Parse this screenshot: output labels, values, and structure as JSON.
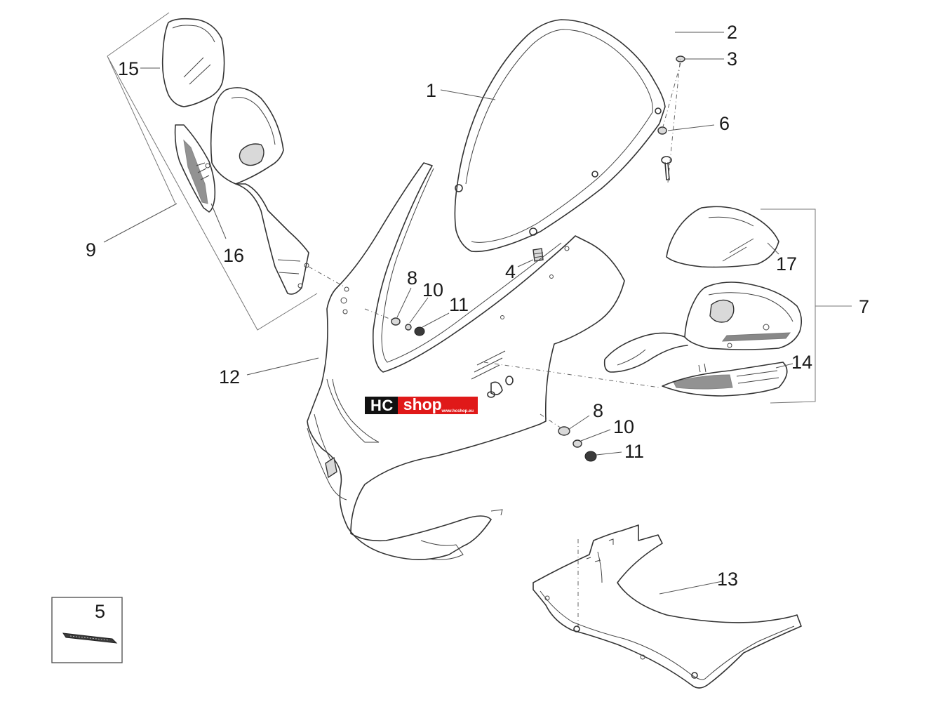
{
  "diagram": {
    "callouts": {
      "c1": "1",
      "c2": "2",
      "c3": "3",
      "c4": "4",
      "c5": "5",
      "c6": "6",
      "c7": "7",
      "c9": "9",
      "c12": "12",
      "c13": "13",
      "c14": "14",
      "c15": "15",
      "c16": "16",
      "c17": "17",
      "c8a": "8",
      "c10a": "10",
      "c11a": "11",
      "c8b": "8",
      "c10b": "10",
      "c11b": "11"
    },
    "watermark": {
      "hc": "HC",
      "shop": "shop",
      "url": "www.hcshop.eu"
    }
  }
}
